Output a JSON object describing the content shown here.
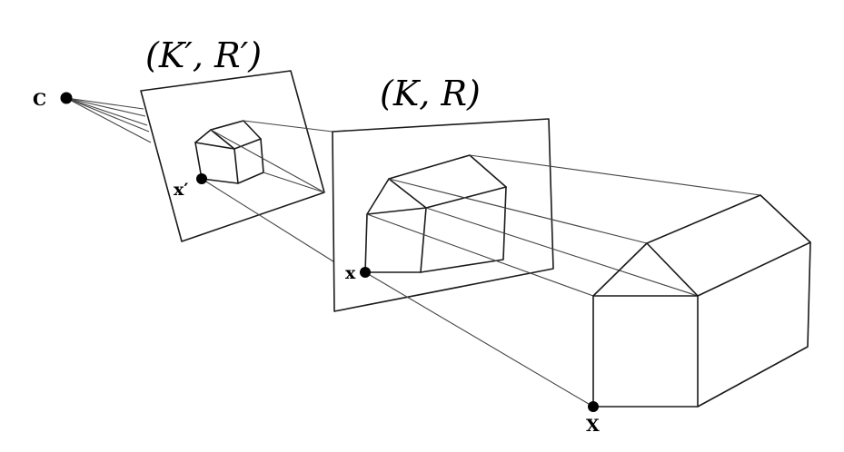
{
  "labels": {
    "camera_center": "C",
    "near_image_point": "x′",
    "far_image_point": "x",
    "world_point": "X",
    "near_plane_params": "(K′, R′)",
    "far_plane_params": "(K, R)"
  },
  "colors": {
    "ink": "#1a1a1a",
    "ray": "#444444",
    "background": "#ffffff"
  }
}
